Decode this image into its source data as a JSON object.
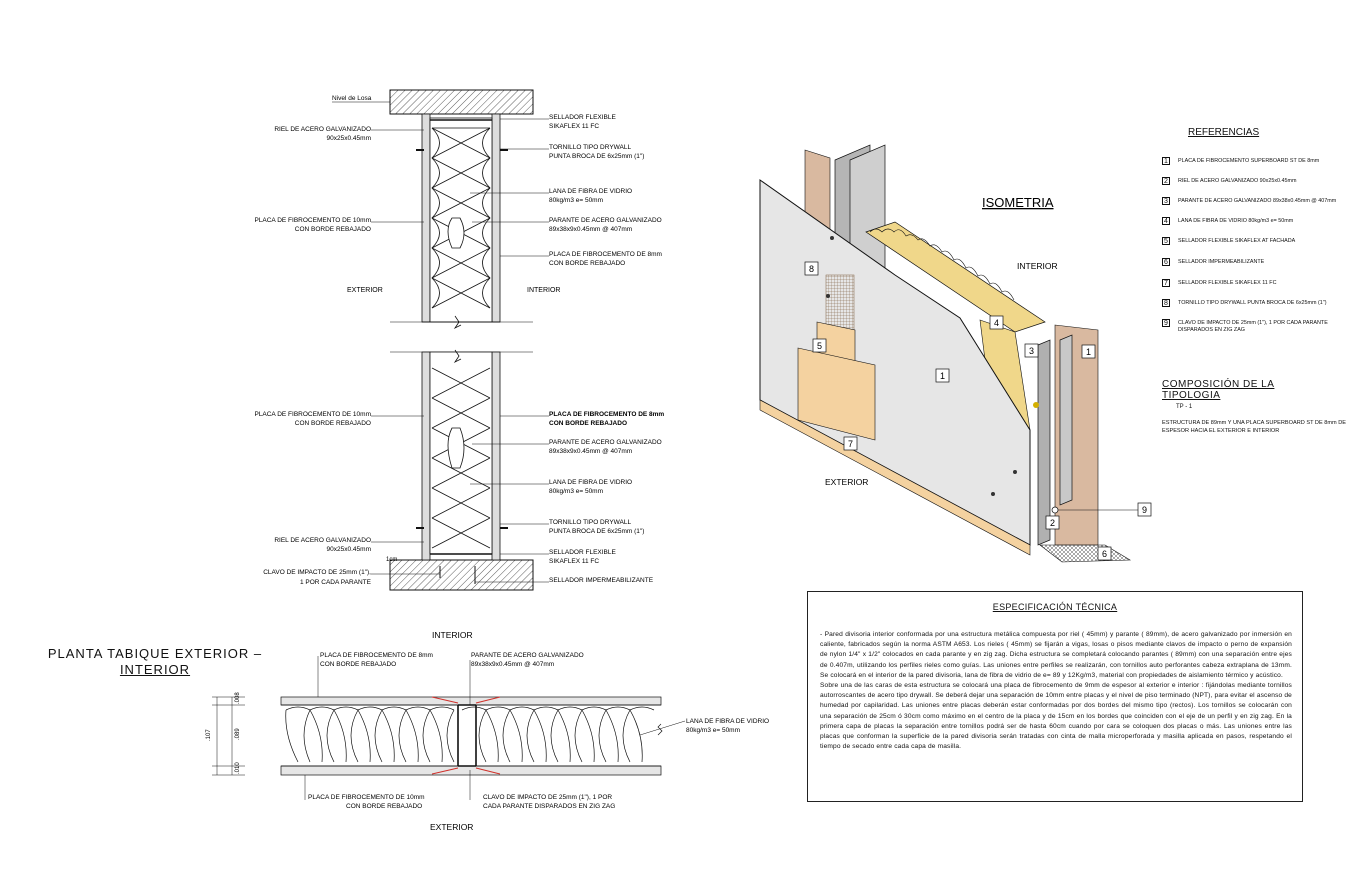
{
  "section": {
    "nivel_losa": "Nivel de Losa",
    "labels_left": {
      "riel_top_1": "RIEL DE ACERO GALVANIZADO",
      "riel_top_2": "90x25x0.45mm",
      "placa10_1": "PLACA DE FIBROCEMENTO DE 10mm",
      "placa10_2": "CON BORDE REBAJADO",
      "placa10b_1": "PLACA DE FIBROCEMENTO DE 10mm",
      "placa10b_2": "CON BORDE REBAJADO",
      "riel_bot_1": "RIEL DE ACERO GALVANIZADO",
      "riel_bot_2": "90x25x0.45mm",
      "clavo_1": "CLAVO DE IMPACTO DE 25mm (1\"),",
      "clavo_2": "1 POR CADA PARANTE",
      "dim": "1cm"
    },
    "labels_right": {
      "sellador_top_1": "SELLADOR FLEXIBLE",
      "sellador_top_2": "SIKAFLEX 11 FC",
      "tornillo_top_1": "TORNILLO TIPO DRYWALL",
      "tornillo_top_2": "PUNTA BROCA DE 6x25mm (1\")",
      "lana_top_1": "LANA DE FIBRA DE VIDRIO",
      "lana_top_2": "80kg/m3 e= 50mm",
      "parante_top_1": "PARANTE DE ACERO GALVANIZADO",
      "parante_top_2": "89x38x9x0.45mm @ 407mm",
      "placa8_top_1": "PLACA DE FIBROCEMENTO DE 8mm",
      "placa8_top_2": "CON BORDE REBAJADO",
      "placa8_bot_1": "PLACA DE FIBROCEMENTO DE 8mm",
      "placa8_bot_2": "CON BORDE REBAJADO",
      "parante_bot_1": "PARANTE DE ACERO GALVANIZADO",
      "parante_bot_2": "89x38x9x0.45mm @ 407mm",
      "lana_bot_1": "LANA DE FIBRA DE VIDRIO",
      "lana_bot_2": "80kg/m3 e= 50mm",
      "tornillo_bot_1": "TORNILLO TIPO DRYWALL",
      "tornillo_bot_2": "PUNTA BROCA DE 6x25mm (1\")",
      "sellador_bot_1": "SELLADOR FLEXIBLE",
      "sellador_bot_2": "SIKAFLEX 11 FC",
      "imperm": "SELLADOR IMPERMEABILIZANTE"
    },
    "exterior": "EXTERIOR",
    "interior": "INTERIOR"
  },
  "isometria": {
    "title": "ISOMETRIA",
    "interior": "INTERIOR",
    "exterior": "EXTERIOR",
    "tags": [
      "1",
      "2",
      "3",
      "4",
      "5",
      "6",
      "7",
      "8",
      "9",
      "1"
    ]
  },
  "referencias": {
    "title": "REFERENCIAS",
    "items": [
      {
        "n": "1",
        "label": "PLACA DE FIBROCEMENTO SUPERBOARD ST DE 8mm"
      },
      {
        "n": "2",
        "label": "RIEL DE ACERO GALVANIZADO 90x25x0.45mm"
      },
      {
        "n": "3",
        "label": "PARANTE DE ACERO GALVANIZADO 89x38x0.45mm @ 407mm"
      },
      {
        "n": "4",
        "label": "LANA DE FIBRA DE VIDRIO 80kg/m3 e= 50mm"
      },
      {
        "n": "5",
        "label": "SELLADOR FLEXIBLE SIKAFLEX AT FACHADA"
      },
      {
        "n": "6",
        "label": "SELLADOR IMPERMEABILIZANTE"
      },
      {
        "n": "7",
        "label": "SELLADOR FLEXIBLE SIKAFLEX 11 FC"
      },
      {
        "n": "8",
        "label": "TORNILLO TIPO DRYWALL PUNTA BROCA DE 6x25mm (1\")"
      },
      {
        "n": "9",
        "label": "CLAVO DE IMPACTO DE 25mm (1\"), 1 POR CADA PARANTE DISPARADOS EN ZIG ZAG"
      }
    ]
  },
  "composicion": {
    "title": "COMPOSICIÓN  DE  LA TIPOLOGIA",
    "code": "TP - 1",
    "text": "ESTRUCTURA DE 89mm Y UNA PLACA SUPERBOARD ST DE 8mm DE ESPESOR HACIA EL EXTERIOR E INTERIOR"
  },
  "planta": {
    "title_1": "PLANTA  TABIQUE  EXTERIOR  –",
    "title_2": "INTERIOR",
    "interior": "INTERIOR",
    "exterior": "EXTERIOR",
    "placa8_1": "PLACA DE FIBROCEMENTO DE 8mm",
    "placa8_2": "CON BORDE REBAJADO",
    "parante_1": "PARANTE DE ACERO GALVANIZADO",
    "parante_2": "89x38x9x0.45mm @ 407mm",
    "lana_1": "LANA DE FIBRA DE VIDRIO",
    "lana_2": "80kg/m3 e= 50mm",
    "placa10_1": "PLACA DE FIBROCEMENTO DE 10mm",
    "placa10_2": "CON BORDE REBAJADO",
    "clavo_1": "CLAVO DE IMPACTO DE 25mm (1\"), 1 POR",
    "clavo_2": "CADA PARANTE DISPARADOS EN ZIG ZAG",
    "dims": [
      ".008",
      ".089",
      ".010",
      ".107"
    ]
  },
  "especificacion": {
    "title": "ESPECIFICACIÓN TÉCNICA",
    "p1": "- Pared divisoria interior conformada por una estructura metálica compuesta por riel ( 45mm) y parante ( 89mm), de acero galvanizado por inmersión en caliente, fabricados según la norma ASTM A653. Los rieles ( 45mm) se fijarán a vigas, losas o pisos mediante clavos de impacto o perno de expansión de nylon 1/4\" x 1/2\" colocados en cada parante y en zig zag. Dicha estructura se completará colocando parantes ( 89mm) con una separación entre ejes de 0.407m, utilizando los perfiles rieles como guías. Las uniones entre perfiles se realizarán, con tornillos auto perforantes cabeza extraplana de 13mm. Se colocará en el interior de la pared divisoria, lana de fibra de vidrio de e= 89 y 12Kg/m3, material con propiedades de aislamiento térmico y acústico.",
    "p2": "Sobre una de las caras de esta estructura se colocará una placa de fibrocemento de 9mm de espesor al exterior e interior : fijándolas mediante tornillos autorroscantes de acero tipo drywall. Se deberá dejar una separación de 10mm entre placas y el nivel de piso terminado (NPT), para evitar el ascenso de humedad por capilaridad. Las uniones entre placas deberán estar conformadas por dos bordes del mismo tipo (rectos). Los tornillos se colocarán con una separación de 25cm ó 30cm como máximo en el centro de la placa y de 15cm en los bordes que coinciden con el eje de un perfil y en zig zag. En la primera capa de placas la separación entre tornillos podrá ser de hasta 60cm cuando por cara se coloquen dos placas o más. Las uniones entre las placas que conforman la superficie de la pared divisoria serán tratadas con cinta de malla microperforada y masilla aplicada en pasos, respetando el tiempo de secado entre cada capa de masilla."
  },
  "colors": {
    "line": "#111111",
    "board": "#e6e6e6",
    "insulation": "#f0d78a",
    "sealant": "#f4d2a0",
    "stud": "#a8a8a8",
    "concrete": "#d9b9a0",
    "accent": "#d0302a"
  }
}
